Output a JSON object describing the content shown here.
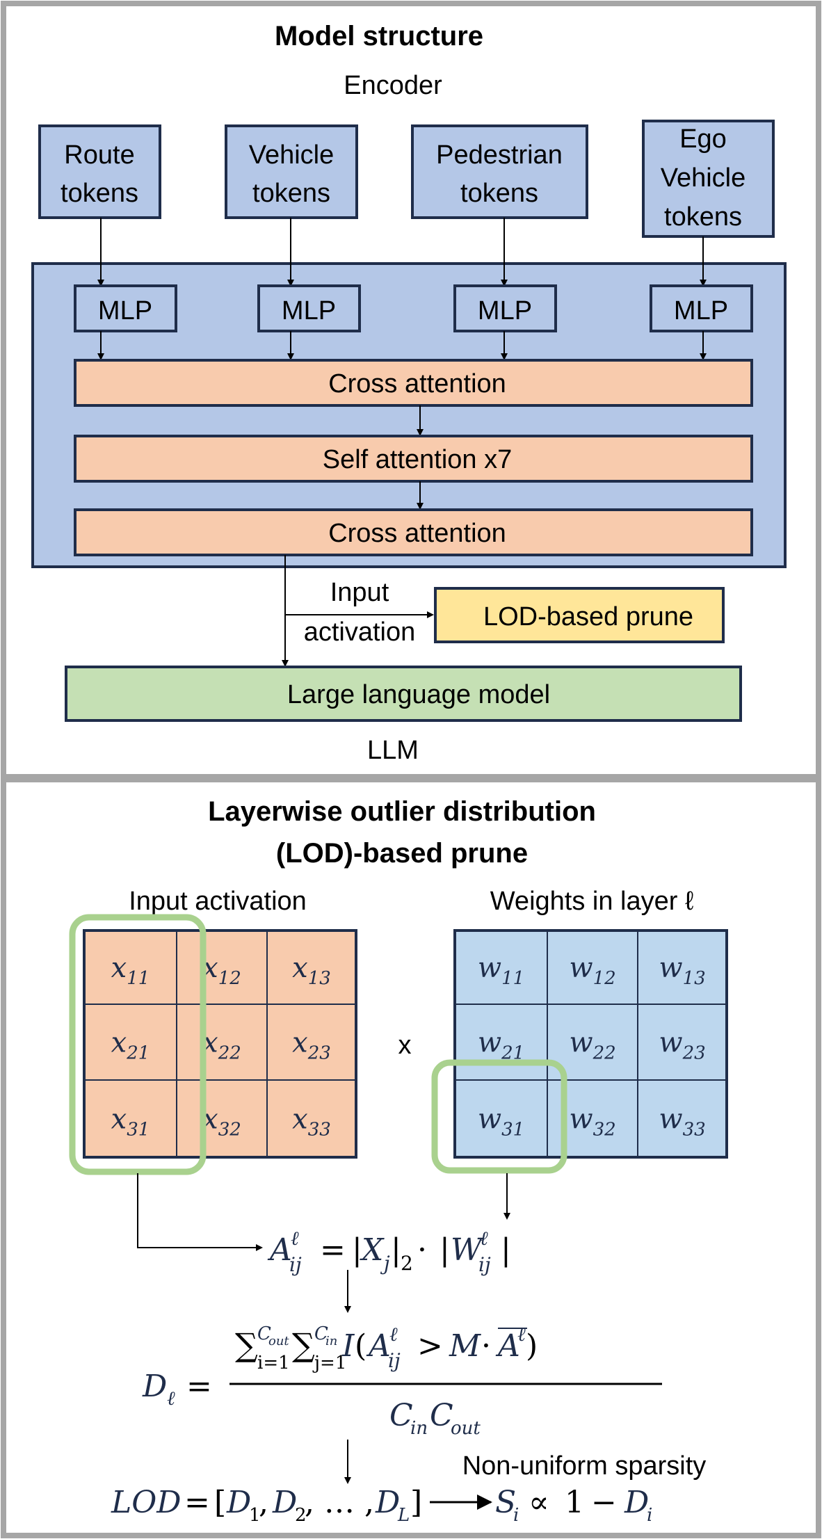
{
  "model_panel": {
    "title": "Model structure",
    "encoder_label": "Encoder",
    "inputs": [
      {
        "line1": "Route",
        "line2": "tokens",
        "line3": ""
      },
      {
        "line1": "Vehicle",
        "line2": "tokens",
        "line3": ""
      },
      {
        "line1": "Pedestrian",
        "line2": "tokens",
        "line3": ""
      },
      {
        "line1": "Ego",
        "line2": "Vehicle",
        "line3": "tokens"
      }
    ],
    "mlp_label": "MLP",
    "cross_attention_1": "Cross attention",
    "self_attention": "Self attention x7",
    "cross_attention_2": "Cross attention",
    "input_activation_l1": "Input",
    "input_activation_l2": "activation",
    "lod_prune": "LOD-based prune",
    "llm_box": "Large language model",
    "llm_label": "LLM"
  },
  "lod_panel": {
    "title_l1": "Layerwise outlier distribution",
    "title_l2": "(LOD)-based prune",
    "activation_title": "Input activation",
    "weights_title": "Weights in layer ℓ",
    "times": "x",
    "x_matrix": [
      [
        "x11",
        "x12",
        "x13"
      ],
      [
        "x21",
        "x22",
        "x23"
      ],
      [
        "x31",
        "x32",
        "x33"
      ]
    ],
    "w_matrix": [
      [
        "w11",
        "w12",
        "w13"
      ],
      [
        "w21",
        "w22",
        "w23"
      ],
      [
        "w31",
        "w32",
        "w33"
      ]
    ],
    "sparsity_label": "Non-uniform sparsity"
  },
  "colors": {
    "panel_border": "#a6a6a6",
    "encoder_fill": "#b4c7e7",
    "box_border": "#1f2d4a",
    "attention_fill": "#f8cbad",
    "prune_fill": "#ffe699",
    "llm_fill": "#c5e0b4",
    "weights_fill": "#bdd7ee",
    "highlight": "#a9d18e"
  }
}
